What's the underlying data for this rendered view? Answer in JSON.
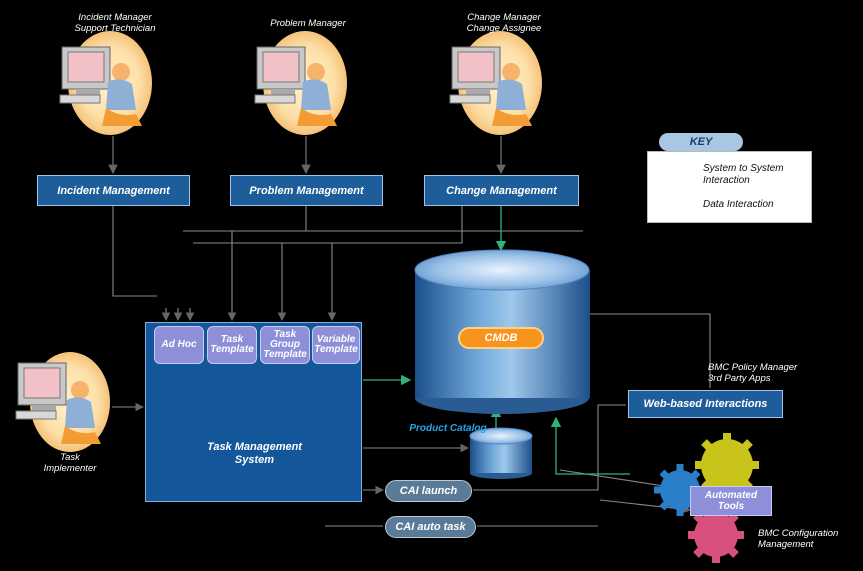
{
  "roles": {
    "incident_manager": [
      "Incident Manager",
      "Support Technician"
    ],
    "problem_manager": [
      "Problem Manager"
    ],
    "change_manager": [
      "Change Manager",
      "Change Assignee"
    ],
    "task_implementer": [
      "Task",
      "Implementer"
    ]
  },
  "modules": {
    "incident": "Incident Management",
    "problem": "Problem Management",
    "change": "Change Management",
    "web": "Web-based Interactions"
  },
  "tms": {
    "title_line1": "Task Management",
    "title_line2": "System",
    "tabs": [
      {
        "line1": "Ad Hoc",
        "line2": ""
      },
      {
        "line1": "Task",
        "line2": "Template"
      },
      {
        "line1": "Task",
        "line2": "Group",
        "line3": "Template"
      },
      {
        "line1": "Variable",
        "line2": "Template"
      }
    ]
  },
  "cmdb": "CMDB",
  "product_catalog": "Product Catalog",
  "cai": {
    "launch": "CAI launch",
    "auto_task": "CAI auto task"
  },
  "external": {
    "policy_manager": [
      "BMC Policy Manager",
      "3rd Party Apps"
    ],
    "config_mgmt": [
      "BMC Configuration",
      "Management"
    ],
    "automated_tools": [
      "Automated",
      "Tools"
    ]
  },
  "key": {
    "title": "KEY",
    "system_to_system": [
      "System to System",
      "Interaction"
    ],
    "data_interaction": "Data Interaction"
  },
  "colors": {
    "module_blue": "#1d5e9a",
    "tab_lavender": "#8d90d8",
    "cmdb_orange": "#f7941d",
    "gear_yellow": "#c9c41a",
    "gear_blue": "#2b7fc8",
    "gear_pink": "#d8507c",
    "data_arrow": "#2fb37a"
  }
}
